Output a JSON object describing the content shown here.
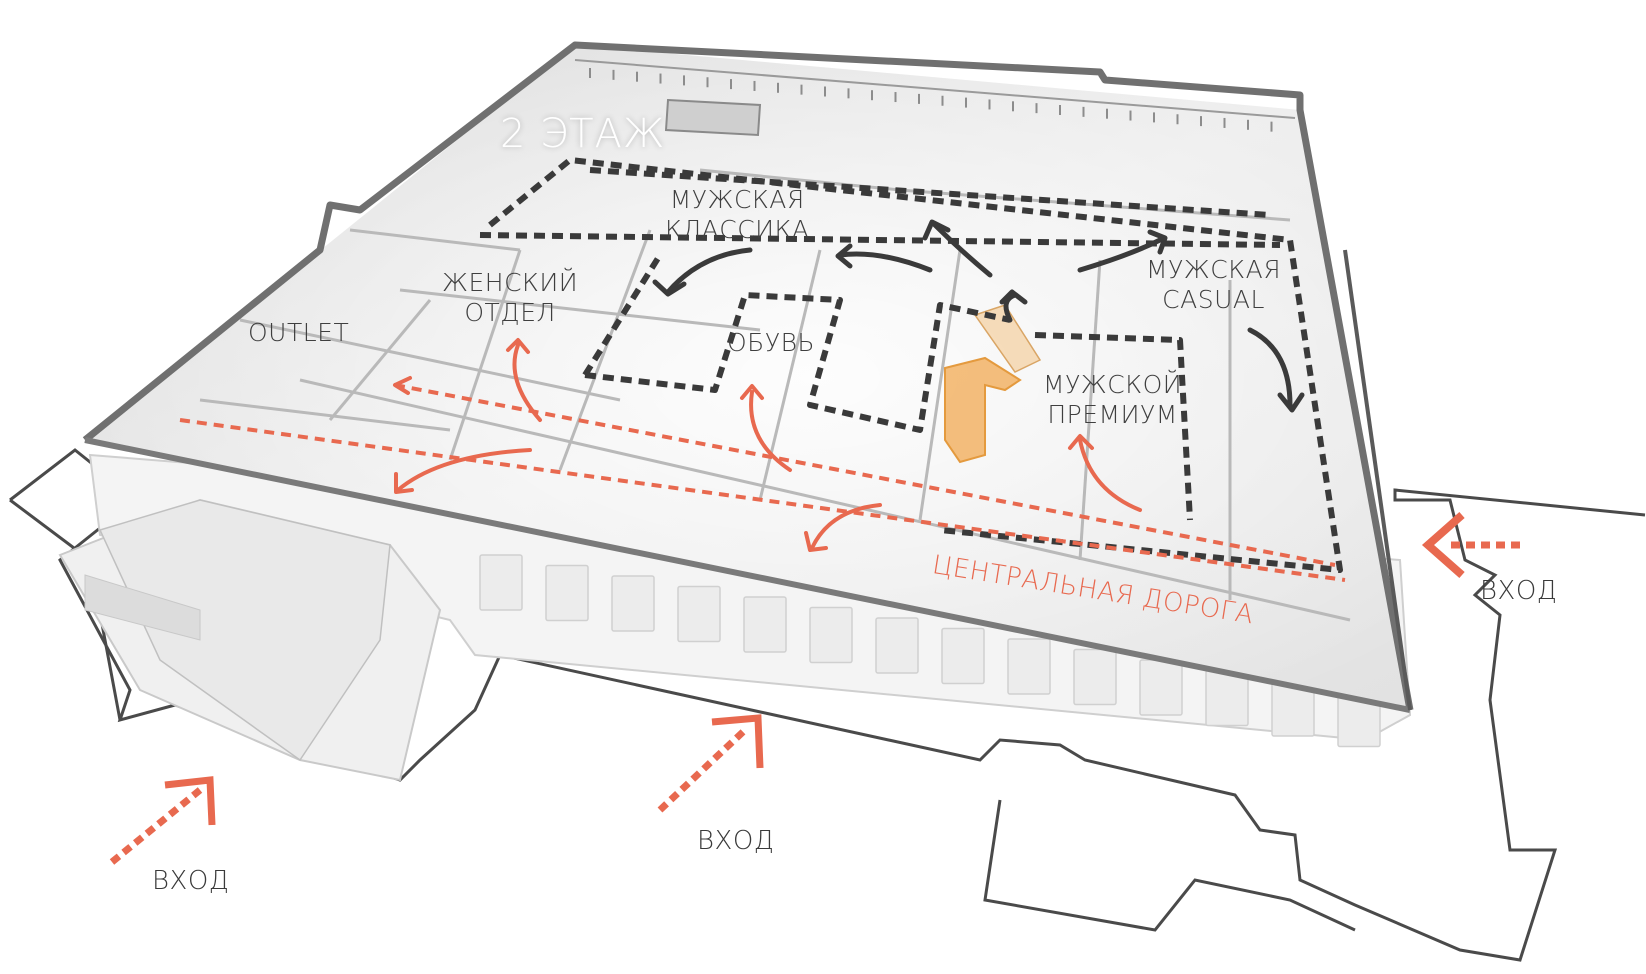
{
  "floor_title": "2 ЭТАЖ",
  "zones": {
    "outlet": "OUTLET",
    "women": [
      "ЖЕНСКИЙ",
      "ОТДЕЛ"
    ],
    "men_classic": [
      "МУЖСКАЯ",
      "КЛАССИКА"
    ],
    "shoes": "ОБУВЬ",
    "men_casual": [
      "МУЖСКАЯ",
      "CASUAL"
    ],
    "men_premium": [
      "МУЖСКОЙ",
      "ПРЕМИУМ"
    ]
  },
  "central_road": "ЦЕНТРАЛЬНАЯ ДОРОГА",
  "entrances": {
    "left": "ВХОД",
    "center": "ВХОД",
    "right": "ВХОД"
  },
  "colors": {
    "route_dark": "#3a3a3a",
    "route_red": "#e8694f",
    "stair_highlight": "#f2b366",
    "floor": "#e8e8e8",
    "wall": "#6e6e6e"
  }
}
